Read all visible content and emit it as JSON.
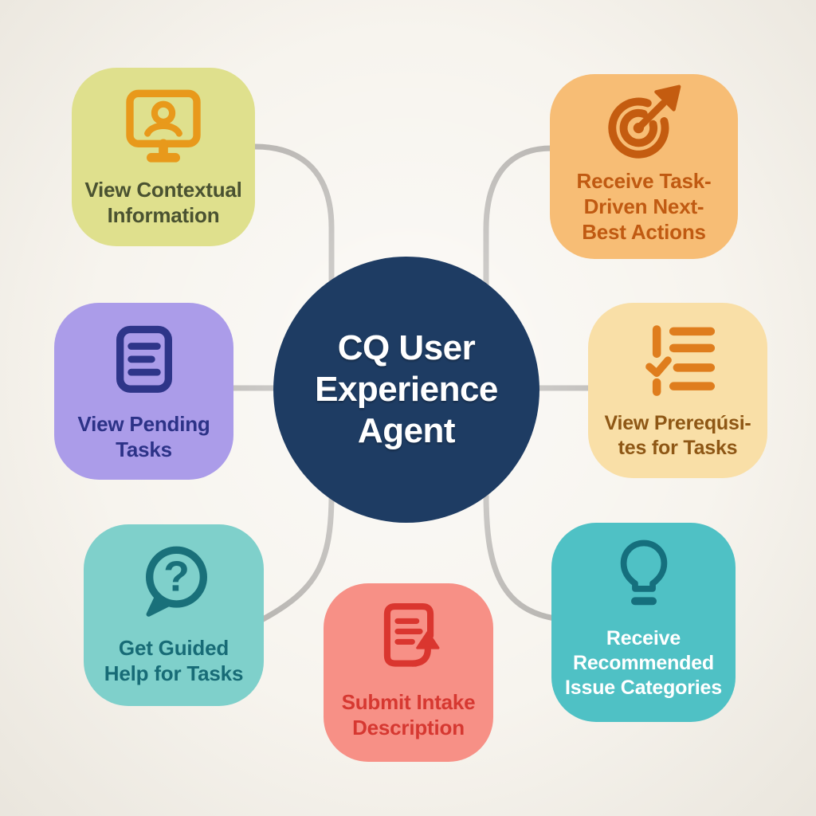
{
  "background_color": "#f7f4ee",
  "connector_color": "#b3b0ac",
  "center": {
    "label": "CQ User Experience Agent",
    "lines": [
      "CQ User",
      "Experience",
      "Agent"
    ],
    "bg": "#1e3c63",
    "text_color": "#ffffff"
  },
  "nodes": [
    {
      "id": "view-contextual-information",
      "label": "View Contextual Information",
      "lines": [
        "View Contextual",
        "Information"
      ],
      "icon": "monitor-user-icon",
      "bg": "#dfe08d",
      "icon_color": "#e8991b",
      "text_color": "#4a5231"
    },
    {
      "id": "receive-task-driven-next-best-actions",
      "label": "Receive Task-Driven Next-Best Actions",
      "lines": [
        "Receive Task-",
        "Driven Next-",
        "Best Actions"
      ],
      "icon": "target-arrow-icon",
      "bg": "#f7bd75",
      "icon_color": "#c45c10",
      "text_color": "#c05a12"
    },
    {
      "id": "view-pending-tasks",
      "label": "View Pending Tasks",
      "lines": [
        "View Pending",
        "Tasks"
      ],
      "icon": "document-lines-icon",
      "bg": "#ab9ce9",
      "icon_color": "#2e3589",
      "text_color": "#2c3287"
    },
    {
      "id": "view-prerequisites-for-tasks",
      "label": "View Prereqúsites for Tasks",
      "lines": [
        "View Prereqúsi-",
        "tes for Tasks"
      ],
      "icon": "checklist-icon",
      "bg": "#f9dfa7",
      "icon_color": "#df7d1d",
      "text_color": "#8e5715"
    },
    {
      "id": "get-guided-help-for-tasks",
      "label": "Get Guided Help for Tasks",
      "lines": [
        "Get Guided",
        "Help for Tasks"
      ],
      "icon": "chat-question-icon",
      "bg": "#7fd0cb",
      "icon_color": "#19707a",
      "text_color": "#176b76"
    },
    {
      "id": "submit-intake-description",
      "label": "Submit Intake Description",
      "lines": [
        "Submit Intake",
        "Description"
      ],
      "icon": "document-submit-icon",
      "bg": "#f79086",
      "icon_color": "#da362f",
      "text_color": "#d63831"
    },
    {
      "id": "receive-recommended-issue-categories",
      "label": "Receive Recommended Issue Categories",
      "lines": [
        "Receive",
        "Recommended",
        "Issue Categories"
      ],
      "icon": "lightbulb-icon",
      "bg": "#4fc1c5",
      "icon_color": "#156f7d",
      "text_color": "#ffffff"
    }
  ]
}
